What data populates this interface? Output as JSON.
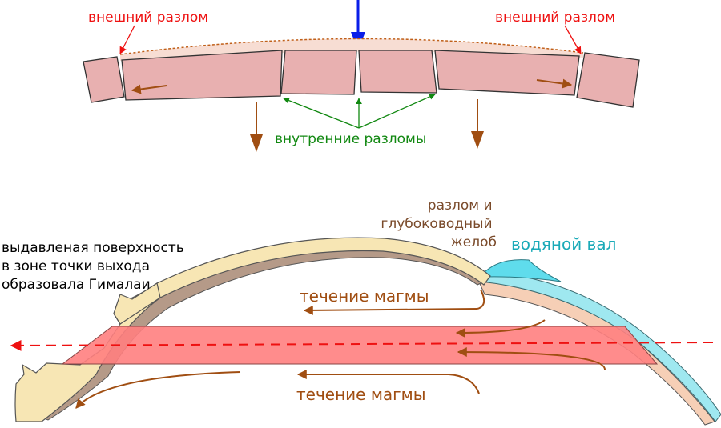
{
  "top_diagram": {
    "outer_fault_left": "внешний разлом",
    "outer_fault_right": "внешний разлом",
    "inner_faults": "внутренние разломы"
  },
  "bottom_diagram": {
    "extruded_surface": [
      "выдавленая поверхность",
      "в зоне точки выхода",
      "образовала Гималаи"
    ],
    "fault_trench": [
      "разлом и",
      "глубоководный",
      "желоб"
    ],
    "water_swell": "водяной вал",
    "magma_flow_upper": "течение магмы",
    "magma_flow_lower": "течение магмы"
  },
  "colors": {
    "red_label": "#ee1111",
    "green_label": "#118811",
    "brown_label": "#a04e12",
    "brown_text": "#7a4a2a",
    "cyan_label": "#1aaab8",
    "blue_arrow": "#0a1ee8",
    "plate_fill": "#e8b0b0",
    "crust_fill": "#f7e6b4",
    "magma_band": "#ff8080"
  }
}
